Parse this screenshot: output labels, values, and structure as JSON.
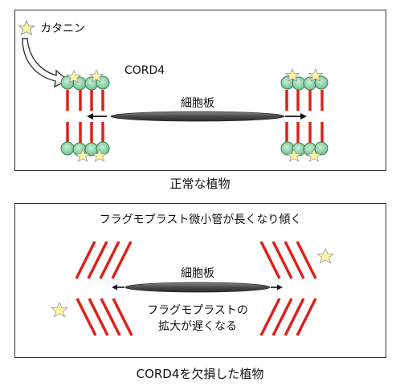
{
  "normal_plant": {
    "legend_katanin": "カタニン",
    "label_cord4": "CORD4",
    "label_cell_plate": "細胞板",
    "caption": "正常な植物"
  },
  "cord4_mutant": {
    "title": "フラグモプラスト微小管が長くなり傾く",
    "label_cell_plate": "細胞板",
    "expansion_line1": "フラグモプラストの",
    "expansion_line2": "拡大が遅くなる",
    "caption": "CORD4を欠損した植物"
  },
  "colors": {
    "microtubule": "#e0201c",
    "cord4": "#8fd8a8",
    "katanin": "#fff6a8",
    "cell_plate": "#555555"
  }
}
